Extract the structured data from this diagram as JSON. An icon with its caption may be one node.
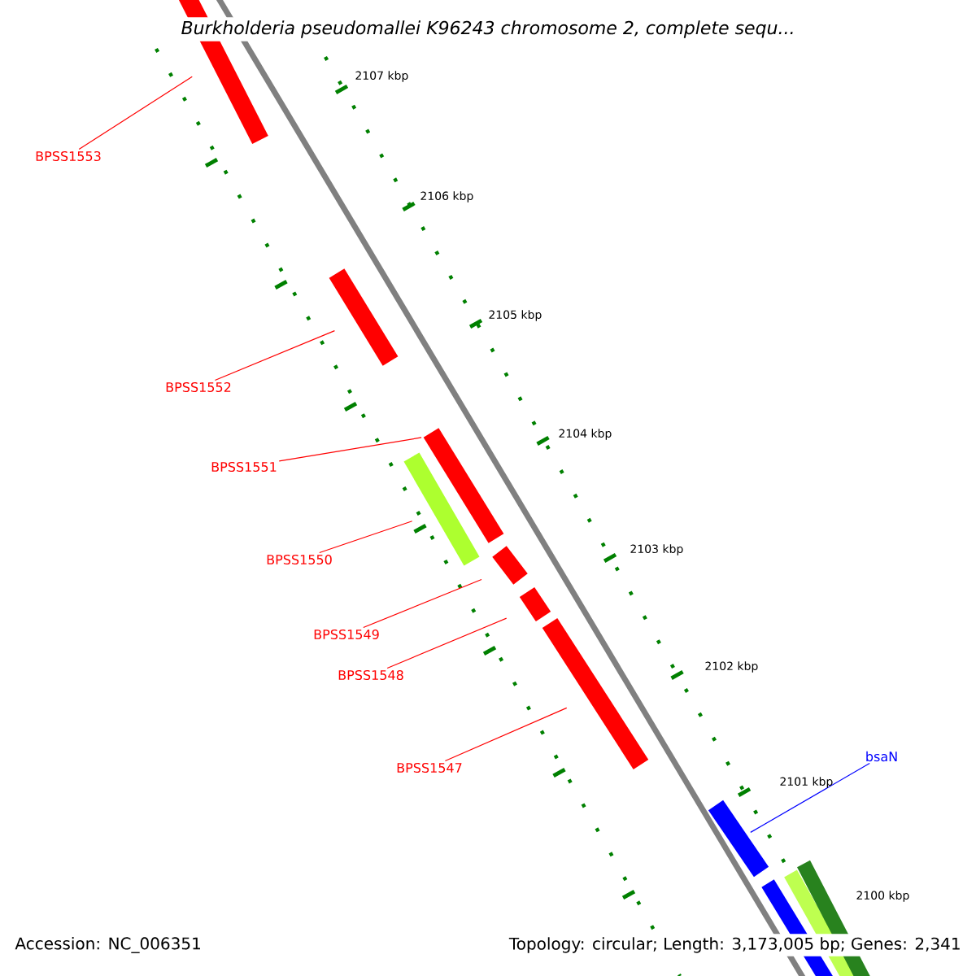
{
  "diagram": {
    "title": "Burkholderia pseudomallei K96243 chromosome 2, complete sequ...",
    "nodes": [
      {
        "text": [
          "BPSS1553"
        ]
      },
      {
        "text": [
          "BPSS1552"
        ]
      },
      {
        "text": [
          "BPSS1551"
        ]
      },
      {
        "text": [
          "BPSS1550"
        ]
      },
      {
        "text": [
          "BPSS1549"
        ]
      },
      {
        "text": [
          "BPSS1548"
        ]
      },
      {
        "text": [
          "BPSS1547"
        ]
      },
      {
        "text": [
          "bsaN"
        ]
      },
      {
        "text": [],
        "shape": "bar"
      },
      {
        "text": [],
        "shape": "bar"
      },
      {
        "text": [],
        "shape": "bar"
      },
      {
        "text": [],
        "shape": "bar"
      },
      {
        "text": [],
        "shape": "bar"
      },
      {
        "text": [],
        "shape": "bar"
      },
      {
        "text": [],
        "shape": "bar"
      },
      {
        "text": [],
        "shape": "bar"
      }
    ],
    "edges": [
      {
        "from": 0,
        "to": 8,
        "arrow": "none"
      },
      {
        "from": 1,
        "to": 9,
        "arrow": "none"
      },
      {
        "from": 2,
        "to": 10,
        "arrow": "none"
      },
      {
        "from": 3,
        "to": 11,
        "arrow": "none"
      },
      {
        "from": 4,
        "to": 12,
        "arrow": "none"
      },
      {
        "from": 5,
        "to": 13,
        "arrow": "none"
      },
      {
        "from": 6,
        "to": 14,
        "arrow": "none"
      },
      {
        "from": 7,
        "to": 15,
        "arrow": "none",
        "color": "#0000ff"
      }
    ],
    "labels": [
      "2107 kbp",
      "2106 kbp",
      "2105 kbp",
      "2104 kbp",
      "2103 kbp",
      "2102 kbp",
      "2101 kbp",
      "2100 kbp",
      "Accession: NC_006351",
      "Topology: circular; Length: 3,173,005 bp; Genes: 2,341"
    ]
  }
}
